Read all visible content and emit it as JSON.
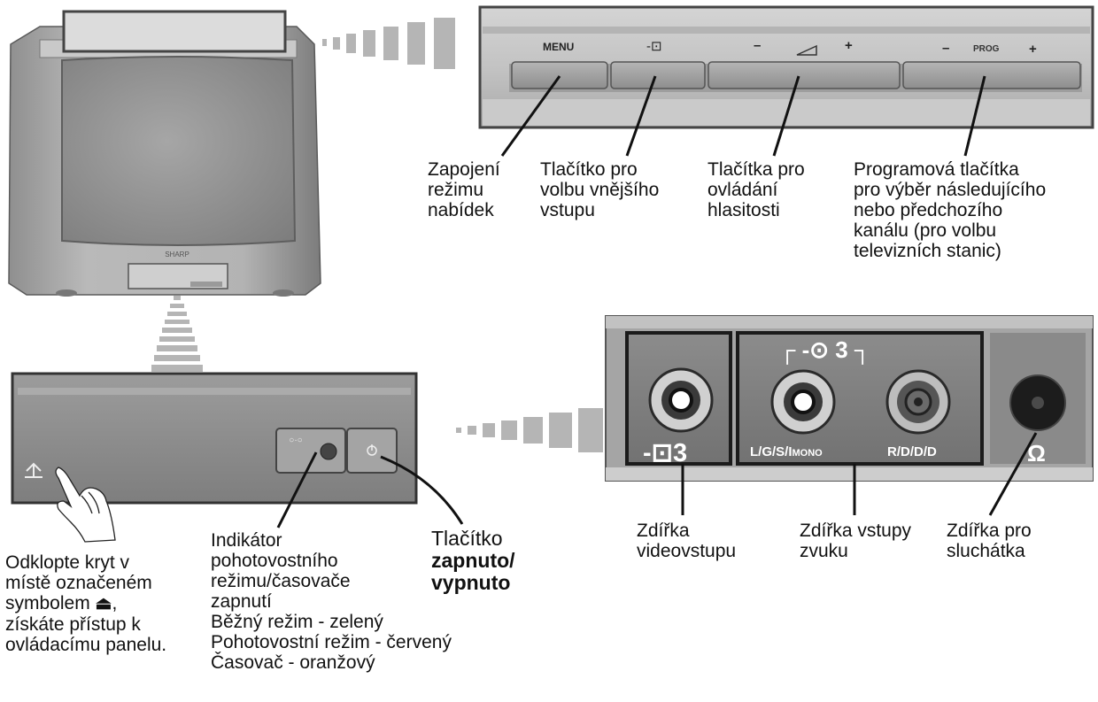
{
  "panel_top": {
    "menu": "MENU",
    "input_glyph": "-⊡",
    "vol_minus": "–",
    "vol_plus": "+",
    "prog_minus": "–",
    "prog": "PROG",
    "prog_plus": "+"
  },
  "jacks": {
    "input_header": "┌ -⊙ 3 ┐",
    "video_label": "-⊡3",
    "left_label": "L/G/S/I",
    "left_mono": "MONO",
    "right_label": "R/D/D/D",
    "headphone_glyph": "Ω"
  },
  "labels": {
    "menu_mode": [
      "Zapojení",
      "režimu",
      "nabídek"
    ],
    "input_select": [
      "Tlačítko pro",
      "volbu vnějšího",
      "vstupu"
    ],
    "volume": [
      "Tlačítka pro",
      "ovládání",
      "hlasitosti"
    ],
    "program": [
      "Programová tlačítka",
      "pro výběr následujícího",
      "nebo předchozího",
      "kanálu (pro volbu",
      "televizních stanic)"
    ],
    "video_jack": [
      "Zdířka",
      "videovstupu"
    ],
    "audio_jack": [
      "Zdířka vstupy",
      "zvuku"
    ],
    "headphone_jack": [
      "Zdířka pro",
      "sluchátka"
    ],
    "cover": {
      "line1": "Odklopte kryt v",
      "line2": "místě označeném",
      "line3_prefix": "symbolem",
      "line3_symbol": "⏏",
      "line3_suffix": ",",
      "line4": "získáte přístup k",
      "line5": "ovládacímu panelu."
    },
    "indicator": [
      "Indikátor",
      "pohotovostního",
      "režimu/časovače",
      "zapnutí",
      "Běžný režim - zelený",
      "Pohotovostní režim - červený",
      "Časovač - oranžový"
    ],
    "power_button": {
      "line1": "Tlačítko",
      "line2": "zapnuto/",
      "line3": "vypnuto"
    }
  }
}
